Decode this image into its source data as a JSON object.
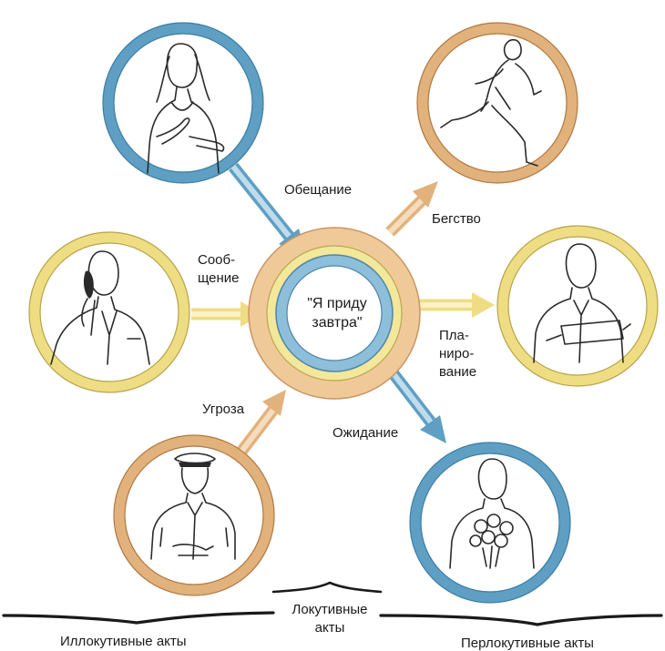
{
  "colors": {
    "blue": "#5e9fc3",
    "blue_light": "#bfdcec",
    "orange": "#e2b27c",
    "orange_light": "#f6dcbd",
    "yellow": "#eedd83",
    "yellow_light": "#fbf2c4"
  },
  "center": {
    "line1": "\"Я приду",
    "line2": "завтра\""
  },
  "labels": {
    "promise": "Обещание",
    "message_line1": "Сооб-",
    "message_line2": "щение",
    "threat": "Угроза",
    "flight": "Бегство",
    "planning_line1": "Пла-",
    "planning_line2": "ниро-",
    "planning_line3": "вание",
    "expectation": "Ожидание"
  },
  "bottom": {
    "illocutionary": "Иллокутивные акты",
    "locutionary_line1": "Локутивные",
    "locutionary_line2": "акты",
    "perlocutionary": "Перлокутивные акты"
  },
  "icons": [
    "woman-pledging-icon",
    "man-on-phone-icon",
    "officer-icon",
    "running-man-icon",
    "man-reading-paper-icon",
    "man-with-flowers-icon"
  ]
}
